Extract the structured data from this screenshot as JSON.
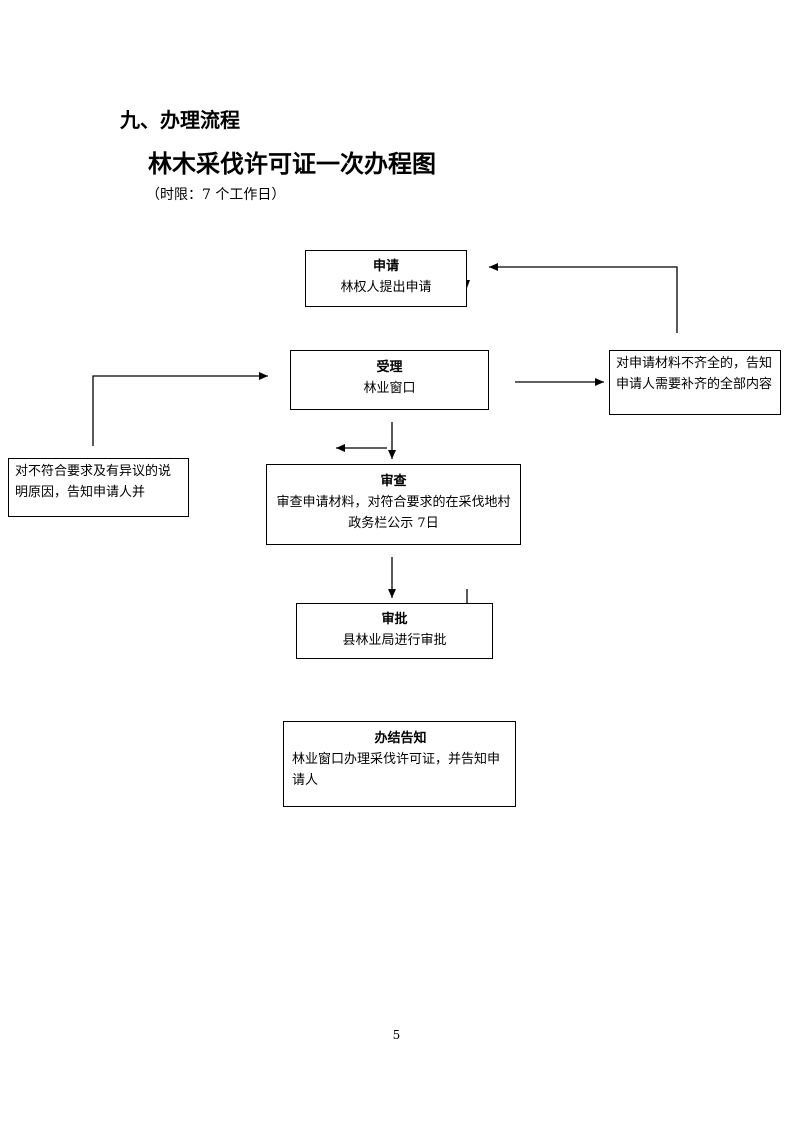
{
  "section_title": "九、办理流程",
  "main_title": "林木采伐许可证一次办程图",
  "time_limit": "（时限：7 个工作日）",
  "boxes": {
    "apply": {
      "title": "申请",
      "text": "林权人提出申请"
    },
    "accept": {
      "title": "受理",
      "text": "林业窗口"
    },
    "review": {
      "title": "审查",
      "text": "审查申请材料，对符合要求的在采伐地村政务栏公示 7日"
    },
    "approve": {
      "title": "审批",
      "text": "县林业局进行审批"
    },
    "notify": {
      "title": "办结告知",
      "text": "林业窗口办理采伐许可证，并告知申请人"
    },
    "incomplete": {
      "text": "对申请材料不齐全的，告知申请人需要补齐的全部内容"
    },
    "reject": {
      "text": "对不符合要求及有异议的说明原因，告知申请人并"
    }
  },
  "page_number": "5"
}
